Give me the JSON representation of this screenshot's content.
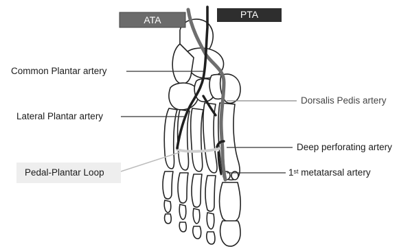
{
  "vessel_boxes": {
    "ata": {
      "label": "ATA",
      "color": "#6b6b6b"
    },
    "pta": {
      "label": "PTA",
      "color": "#2e2e2e"
    }
  },
  "labels": {
    "common_plantar": "Common Plantar artery",
    "lateral_plantar": "Lateral Plantar artery",
    "pedal_plantar_loop": "Pedal-Plantar Loop",
    "dorsalis_pedis": "Dorsalis Pedis artery",
    "deep_perforating": "Deep perforating artery",
    "first_metatarsal_num": "1",
    "first_metatarsal_sup": "st",
    "first_metatarsal_rest": " metatarsal artery"
  },
  "colors": {
    "ata_artery": "#6e6e6e",
    "pta_artery": "#1f1f1f",
    "loop": "#cfcfcf",
    "bone_outline": "#222222"
  }
}
